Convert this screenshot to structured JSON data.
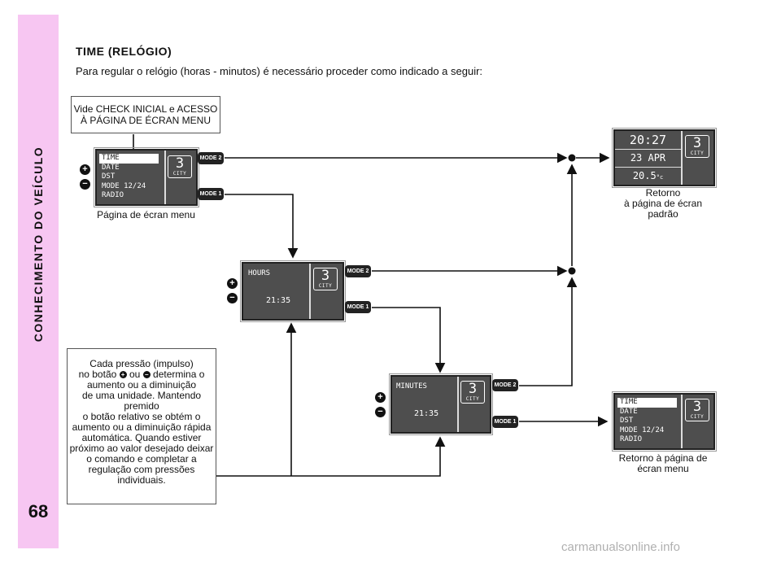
{
  "sidebar": {
    "section_title": "CONHECIMENTO DO VEÍCULO",
    "page_number": "68"
  },
  "heading": "TIME (RELÓGIO)",
  "intro": "Para regular o relógio (horas - minutos) é necessário proceder como indicado a seguir:",
  "note_top": [
    "Vide CHECK INICIAL e ACESSO",
    "À PÁGINA DE ÉCRAN MENU"
  ],
  "mode_labels": {
    "mode1": "MODE 1",
    "mode2": "MODE 2"
  },
  "plus": "+",
  "minus": "−",
  "badge": {
    "number": "3",
    "label": "CITY"
  },
  "menu_screen": {
    "items": [
      "TIME",
      "DATE",
      "DST",
      "MODE 12/24",
      "RADIO"
    ],
    "caption": "Página de écran menu"
  },
  "default_screen": {
    "time": "20:27",
    "date": "23 APR",
    "temp": "20.5",
    "temp_unit": "°c",
    "caption": [
      "Retorno",
      "à página de écran",
      "padrão"
    ]
  },
  "hours_screen": {
    "label": "HOURS",
    "value": "21:35"
  },
  "minutes_screen": {
    "label": "MINUTES",
    "value": "21:35"
  },
  "return_menu_screen": {
    "items": [
      "TIME",
      "DATE",
      "DST",
      "MODE 12/24",
      "RADIO"
    ],
    "caption": [
      "Retorno à página de",
      "écran menu"
    ]
  },
  "note_bottom": {
    "line1": "Cada pressão (impulso)",
    "line2_a": "no botão",
    "line2_b": "ou",
    "line2_c": "determina o",
    "rest": [
      "aumento ou a diminuição",
      "de uma unidade. Mantendo",
      "premido",
      "o botão relativo se obtém o",
      "aumento ou a diminuição rápida",
      "automática. Quando estiver",
      "próximo ao valor desejado deixar",
      "o comando e completar a",
      "regulação com pressões",
      "individuais."
    ]
  },
  "watermark": "carmanualsonline.info"
}
